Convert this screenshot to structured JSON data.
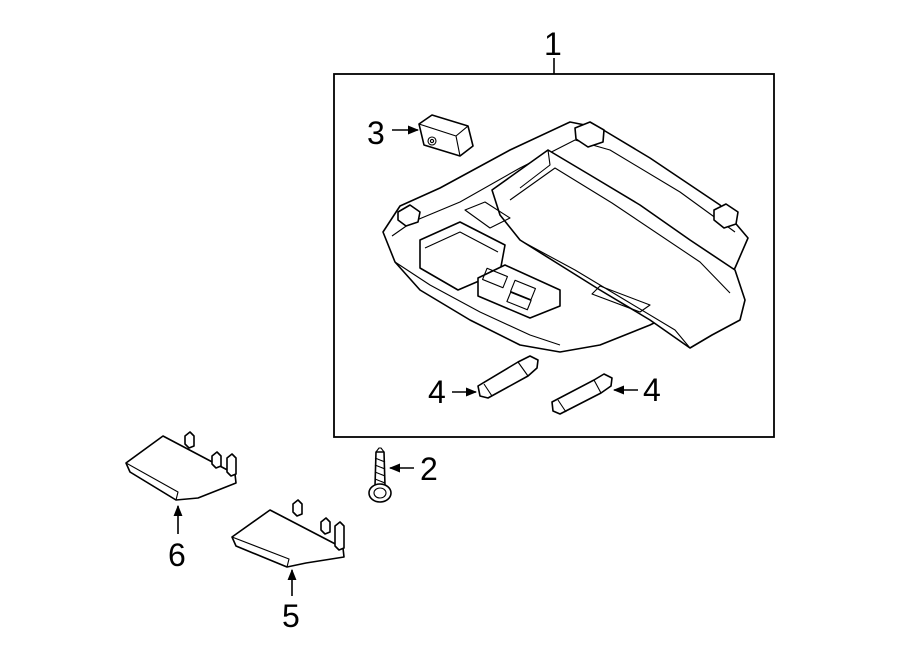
{
  "diagram": {
    "callouts": {
      "c1": "1",
      "c2": "2",
      "c3": "3",
      "c4a": "4",
      "c4b": "4",
      "c5": "5",
      "c6": "6"
    },
    "line_color": "#000000",
    "background": "#ffffff"
  }
}
